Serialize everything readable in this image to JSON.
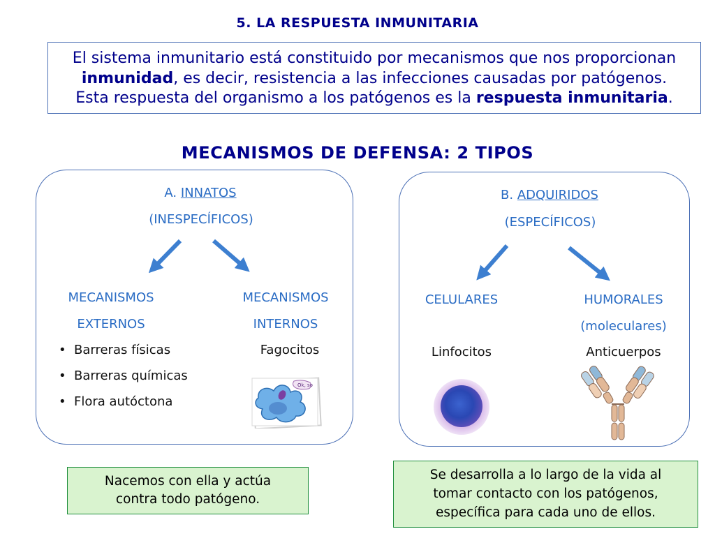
{
  "section_title": "5. LA RESPUESTA INMUNITARIA",
  "intro": {
    "line1": "El sistema inmunitario está constituido por mecanismos que nos proporcionan",
    "line2_bold": "inmunidad",
    "line2_rest": ", es decir, resistencia a las infecciones causadas por patógenos.",
    "line3_start": "Esta respuesta del organismo a los patógenos es la ",
    "line3_bold": "respuesta inmunitaria",
    "line3_end": "."
  },
  "subtitle": "MECANISMOS DE DEFENSA: 2 TIPOS",
  "innatos": {
    "prefix": "A. ",
    "title": "INNATOS",
    "subtitle": "(INESPECÍFICOS)",
    "externos": {
      "line1": "MECANISMOS",
      "line2": "EXTERNOS",
      "items": [
        "Barreras físicas",
        "Barreras químicas",
        "Flora autóctona"
      ]
    },
    "internos": {
      "line1": "MECANISMOS",
      "line2": "INTERNOS",
      "example": "Fagocitos",
      "image_text": "Ok, so"
    },
    "note": {
      "line1": "Nacemos con ella y actúa",
      "line2": "contra todo patógeno."
    }
  },
  "adquiridos": {
    "prefix": "B. ",
    "title": "ADQUIRIDOS",
    "subtitle": "(ESPECÍFICOS)",
    "celulares": {
      "label": "CELULARES",
      "example": "Linfocitos"
    },
    "humorales": {
      "label": "HUMORALES",
      "sublabel": "(moleculares)",
      "example": "Anticuerpos"
    },
    "note": {
      "line1": "Se desarrolla a lo largo de la vida al",
      "line2": "tomar contacto con los patógenos,",
      "line3": "específica para cada uno de ellos."
    }
  },
  "colors": {
    "title_text": "#00008b",
    "accent_blue": "#2a6cc4",
    "arrow": "#3d7fd0",
    "border": "#4a6fb5",
    "note_fill": "#d9f3cf",
    "note_border": "#1f8e3c"
  }
}
